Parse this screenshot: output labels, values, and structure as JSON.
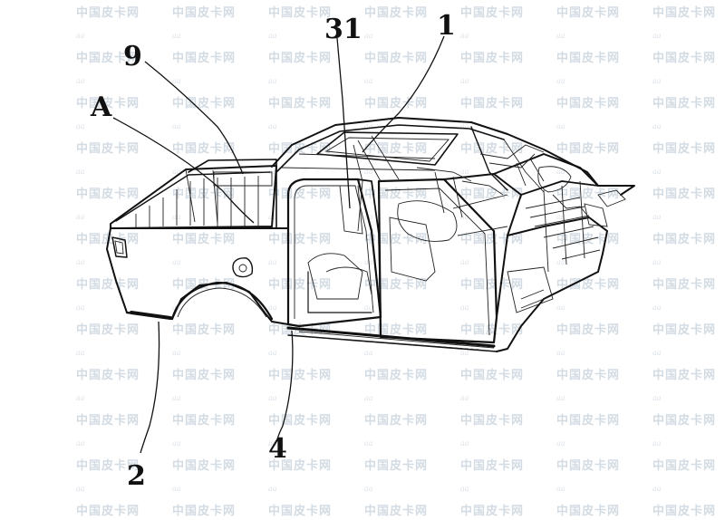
{
  "watermark": {
    "text": "中国皮卡网",
    "script_text": "aa"
  },
  "callouts": {
    "label_9": "9",
    "label_a": "A",
    "label_31": "31",
    "label_1": "1",
    "label_2": "2",
    "label_4": "4"
  },
  "colors": {
    "ink": "#111111",
    "watermark": "#d3dbe3",
    "background": "#ffffff"
  }
}
